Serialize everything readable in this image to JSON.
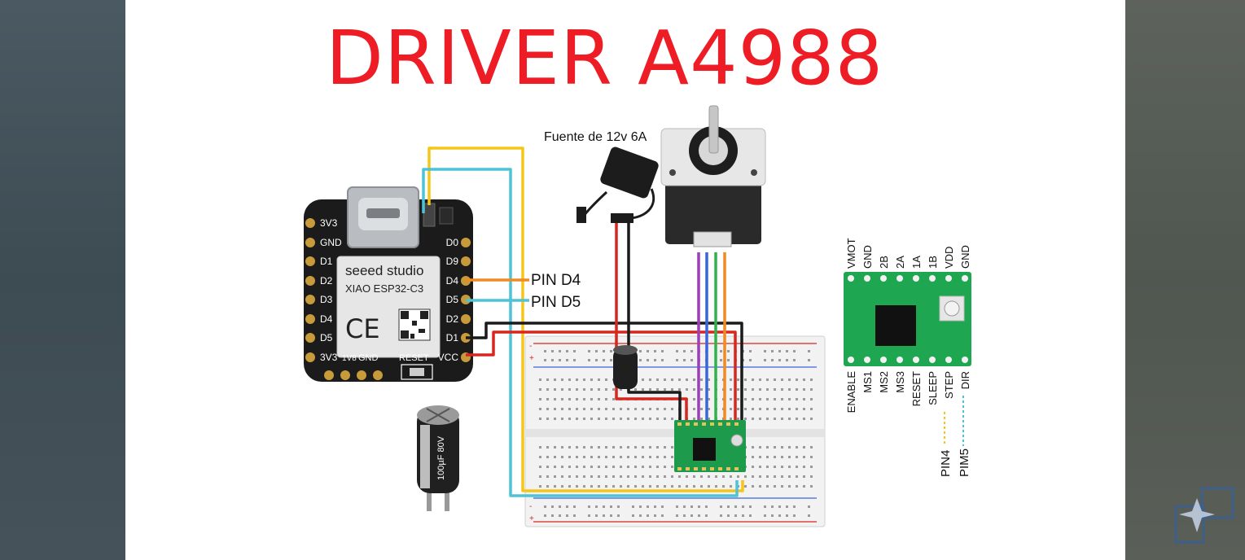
{
  "title": "DRIVER A4988",
  "power_supply_label": "Fuente de 12v 6A",
  "esp32": {
    "brand": "seeed studio",
    "model": "XIAO ESP32-C3",
    "ce_mark": "CE",
    "left_pins": [
      "3V3",
      "GND",
      "D1",
      "D2",
      "D3",
      "D4",
      "D5",
      "3V3"
    ],
    "right_pins": [
      "D0",
      "D9",
      "D4",
      "D5",
      "D2",
      "D1",
      "VCC"
    ],
    "bottom_labels": [
      "1V8",
      "GND",
      "RESET"
    ],
    "pin_d4_label": "PIN D4",
    "pin_d5_label": "PIN D5"
  },
  "capacitor_label": "100µF 80V",
  "a4988_pinout": {
    "top_pins": [
      "VMOT",
      "GND",
      "2B",
      "2A",
      "1A",
      "1B",
      "VDD",
      "GND"
    ],
    "bottom_pins": [
      "ENABLE",
      "MS1",
      "MS2",
      "MS3",
      "RESET",
      "SLEEP",
      "STEP",
      "DIR"
    ],
    "step_signal": "PIN4",
    "dir_signal": "PIM5"
  },
  "wire_colors": {
    "yellow": "#f5c518",
    "cyan": "#4dc3d6",
    "orange": "#f08a24",
    "red": "#d7261e",
    "black": "#1a1a1a",
    "purple": "#9b3fb5",
    "blue": "#3a66d8",
    "green": "#2fb34a"
  }
}
